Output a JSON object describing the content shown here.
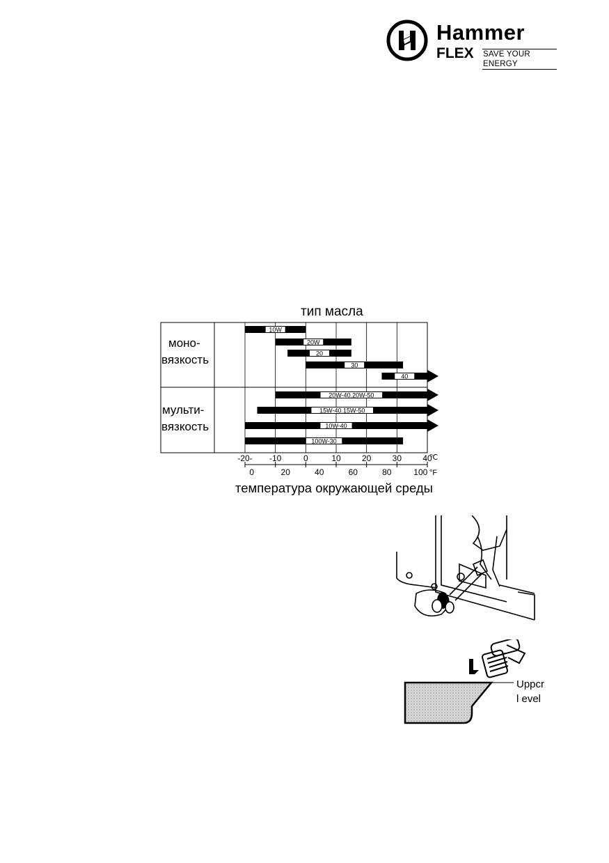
{
  "logo": {
    "brand_name": "Hammer",
    "brand_line": "FLEX",
    "tagline": "SAVE YOUR ENERGY"
  },
  "chart_data": {
    "type": "bar",
    "title": "тип масла",
    "xlabel": "температура окружающей среды",
    "ylabel": "",
    "group_labels": [
      {
        "line1": "моно-",
        "line2": "вязкость"
      },
      {
        "line1": "мульти-",
        "line2": "вязкость"
      }
    ],
    "x_unit_celsius": "℃",
    "x_unit_fahrenheit": "°F",
    "x_ticks_celsius": [
      "-20-",
      "-10",
      "0",
      "10",
      "20",
      "30",
      "40"
    ],
    "x_ticks_fahrenheit": [
      "0",
      "20",
      "40",
      "60",
      "80",
      "100"
    ],
    "xlim_celsius": [
      -20,
      40
    ],
    "series": [
      {
        "group": "mono",
        "label": "10W",
        "start": -20,
        "end": 0,
        "arrow": false
      },
      {
        "group": "mono",
        "label": "20W",
        "start": -10,
        "end": 15,
        "arrow": false
      },
      {
        "group": "mono",
        "label": "20",
        "start": -6,
        "end": 15,
        "arrow": false
      },
      {
        "group": "mono",
        "label": "30",
        "start": 0,
        "end": 32,
        "arrow": false
      },
      {
        "group": "mono",
        "label": "40",
        "start": 25,
        "end": 40,
        "arrow": true
      },
      {
        "group": "multi",
        "label": "20W-40.20W-50",
        "start": -10,
        "end": 40,
        "arrow": true
      },
      {
        "group": "multi",
        "label": "15W-40.15W-50",
        "start": -16,
        "end": 40,
        "arrow": true
      },
      {
        "group": "multi",
        "label": "10W-40",
        "start": -20,
        "end": 40,
        "arrow": true
      },
      {
        "group": "multi",
        "label": "100W-30",
        "start": -20,
        "end": 32,
        "arrow": false
      }
    ],
    "grid": true
  },
  "figure2": {
    "label_line1": "Uppcr",
    "label_line2": "l evel"
  }
}
